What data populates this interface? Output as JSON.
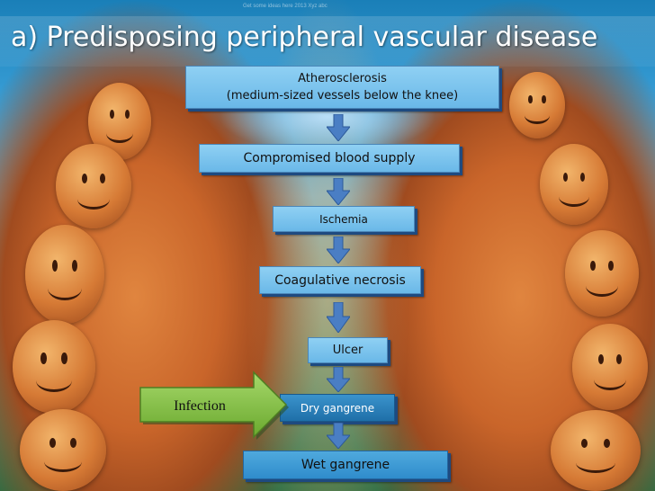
{
  "title": "a) Predisposing peripheral vascular disease",
  "watermark": "Get some ideas here 2013 Xyz abc",
  "nodes": {
    "atherosclerosis": {
      "line1": "Atherosclerosis",
      "line2": "(medium-sized vessels below the knee)"
    },
    "compromised_blood_supply": "Compromised blood supply",
    "ischemia": "Ischemia",
    "coagulative_necrosis": "Coagulative necrosis",
    "ulcer": "Ulcer",
    "dry_gangrene": "Dry gangrene",
    "wet_gangrene": "Wet gangrene"
  },
  "infection_label": "Infection",
  "colors": {
    "node_fill": "#7cc4ee",
    "node_shadow": "#1e4a80",
    "arrow_fill": "#4a7ec4",
    "infection_arrow": "#86c341",
    "dry_gangrene_fill": "#2c7fb8",
    "wet_gangrene_fill": "#3b9bd3"
  }
}
